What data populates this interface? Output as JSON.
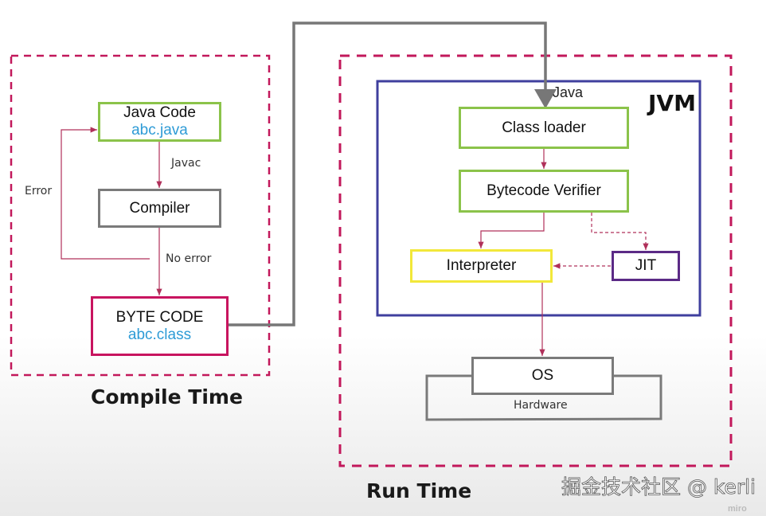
{
  "compile_time": {
    "title": "Compile Time",
    "java_code": {
      "title": "Java Code",
      "file": "abc.java"
    },
    "compiler": "Compiler",
    "byte_code": {
      "title": "BYTE CODE",
      "file": "abc.class"
    },
    "labels": {
      "javac": "Javac",
      "error": "Error",
      "no_error": "No error"
    }
  },
  "run_time": {
    "title": "Run Time",
    "jvm": {
      "title": "JVM",
      "entry_label": "Java"
    },
    "class_loader": "Class loader",
    "bytecode_verifier": "Bytecode Verifier",
    "interpreter": "Interpreter",
    "jit": "JIT",
    "os": "OS",
    "hardware": "Hardware"
  },
  "watermark": {
    "text": "掘金技术社区 @ kerli",
    "brand": "miro"
  },
  "colors": {
    "dashed": "#c2185b",
    "green": "#8bc34a",
    "gray": "#7a7a7a",
    "magenta": "#c8145f",
    "jvm_blue": "#3f3f9e",
    "yellow": "#f2e83a",
    "purple": "#5b2a86",
    "arrow": "#b0305a",
    "file_blue": "#2e9bd6"
  }
}
